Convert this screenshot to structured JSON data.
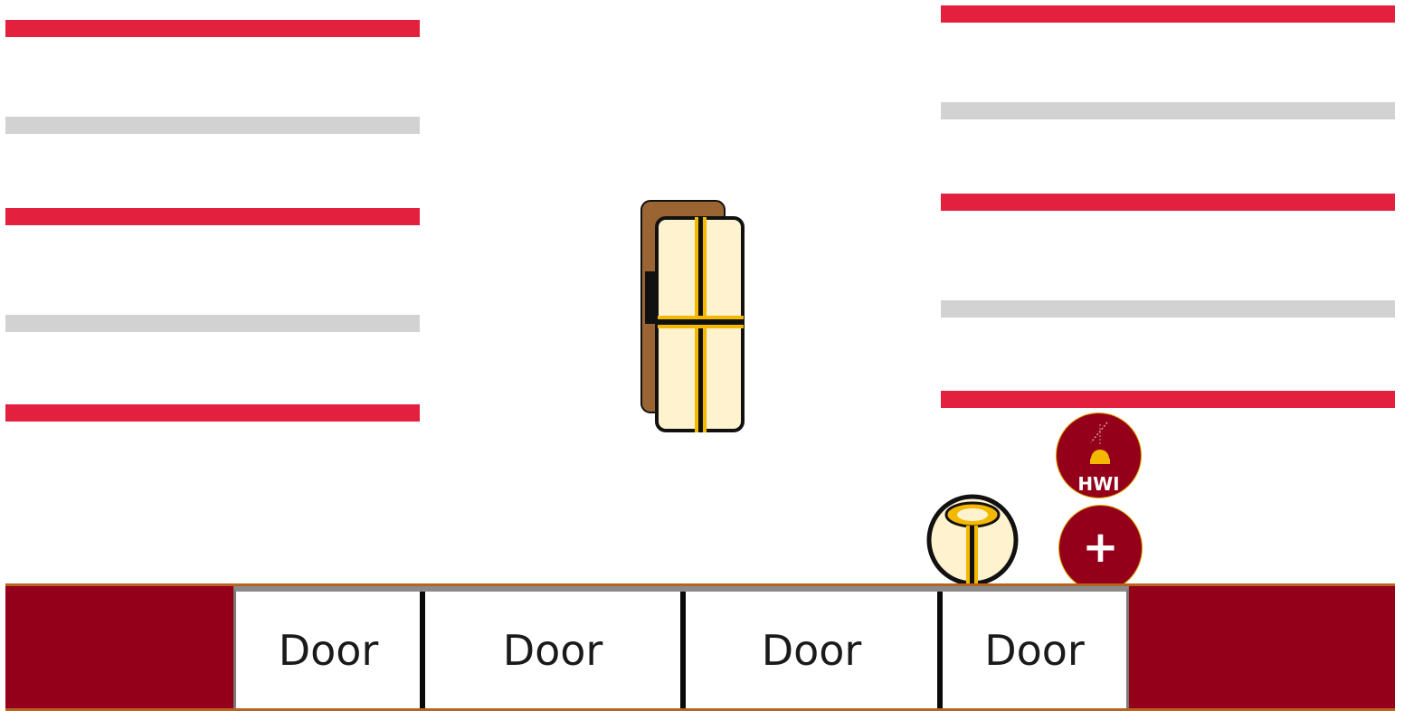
{
  "floor": {
    "doors": [
      {
        "label": "Door"
      },
      {
        "label": "Door"
      },
      {
        "label": "Door"
      },
      {
        "label": "Door"
      }
    ]
  },
  "tools": {
    "hwi_label": "HWI",
    "hwi_icon": "crane-hook-icon",
    "add_label": "+",
    "add_icon": "plus-icon"
  },
  "colors": {
    "rack_red": "#e3203e",
    "rack_gray": "#d2d2d2",
    "maroon": "#94001a",
    "accent_gold": "#f5b800",
    "object_cream": "#fff3cf",
    "object_brown": "#9b6533"
  }
}
